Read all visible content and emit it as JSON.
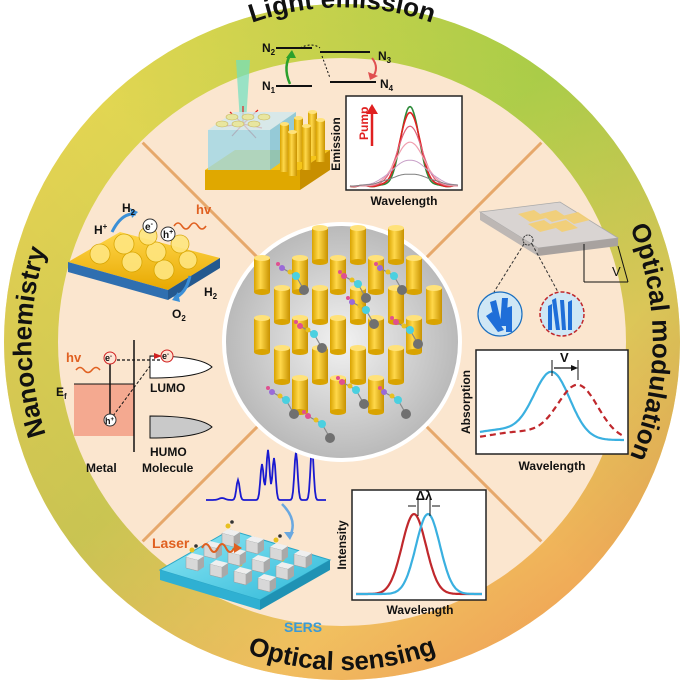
{
  "ring": {
    "top": "Light emission",
    "left": "Nanochemistry",
    "right": "Optical modulation",
    "bottom": "Optical sensing"
  },
  "colors": {
    "ring_green": "#8cc540",
    "ring_yellow": "#e8dc4a",
    "ring_red": "#e8574a",
    "ring_orange": "#f0a860",
    "panel_bg": "#fbe6cf",
    "divider": "#e6a86b",
    "pillar": "#f5c518",
    "emission_red": "#e02020",
    "emission_green": "#2e8b3a",
    "absorb_blue": "#3ab0e0",
    "absorb_red": "#c0282c",
    "sers_blue": "#1a1ad0"
  },
  "light_emission": {
    "levels": [
      "N",
      "N",
      "N",
      "N"
    ],
    "level_subs": [
      "2",
      "3",
      "1",
      "4"
    ],
    "chart_ylabel": "Emission",
    "chart_xlabel": "Wavelength",
    "pump": "Pump"
  },
  "nanochemistry": {
    "h_plus": "H",
    "h_plus_sup": "+",
    "h2_top": "H",
    "h2_top_sub": "2",
    "hv_top": "hv",
    "e_minus": "e",
    "e_sup": "-",
    "h_hole": "h",
    "h_sup": "+",
    "h2_bottom": "H",
    "h2_bottom_sub": "2",
    "o2": "O",
    "o2_sub": "2",
    "hv_bottom": "hv",
    "e_left": "e",
    "e_right": "e",
    "lumo": "LUMO",
    "ef": "E",
    "ef_sub": "f",
    "h_bottom": "h",
    "humo": "HUMO",
    "metal": "Metal",
    "molecule": "Molecule"
  },
  "optical_modulation": {
    "v_top": "V",
    "v_chart": "V",
    "chart_ylabel": "Absorption",
    "chart_xlabel": "Wavelength"
  },
  "optical_sensing": {
    "laser": "Laser",
    "sers": "SERS",
    "chart_ylabel": "Intensity",
    "chart_xlabel": "Wavelength",
    "delta": "Δλ"
  }
}
